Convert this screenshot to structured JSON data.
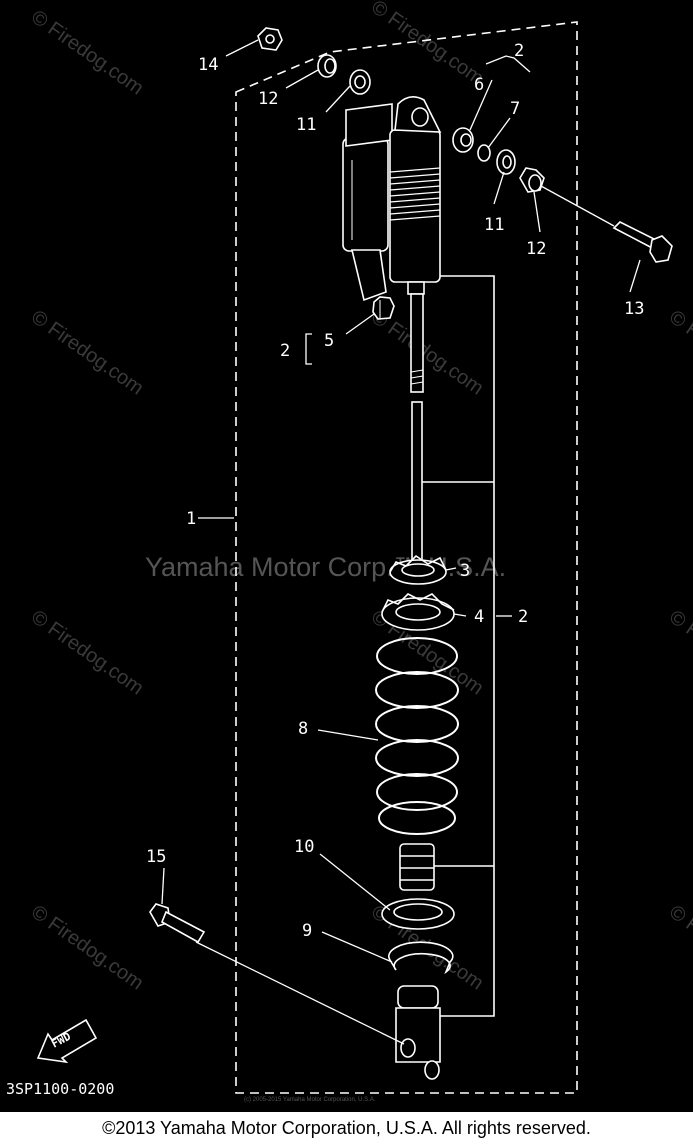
{
  "watermark": {
    "site": "© Firedog.com",
    "center": "Yamaha Motor Corp.™ U.S.A."
  },
  "fine_print": "(c) 2005-2015 Yamaha Motor Corporation, U.S.A.",
  "diagram_code": "3SP1100-0200",
  "fwd_label": "FWD",
  "copyright": "©2013 Yamaha Motor Corporation, U.S.A. All rights reserved.",
  "callouts": {
    "c1": "1",
    "c2a": "2",
    "c2b": "2",
    "c2c": "2",
    "c3": "3",
    "c4": "4",
    "c5": "5",
    "c6": "6",
    "c7": "7",
    "c8": "8",
    "c9": "9",
    "c10": "10",
    "c11a": "11",
    "c11b": "11",
    "c12a": "12",
    "c12b": "12",
    "c13": "13",
    "c14": "14",
    "c15": "15"
  }
}
